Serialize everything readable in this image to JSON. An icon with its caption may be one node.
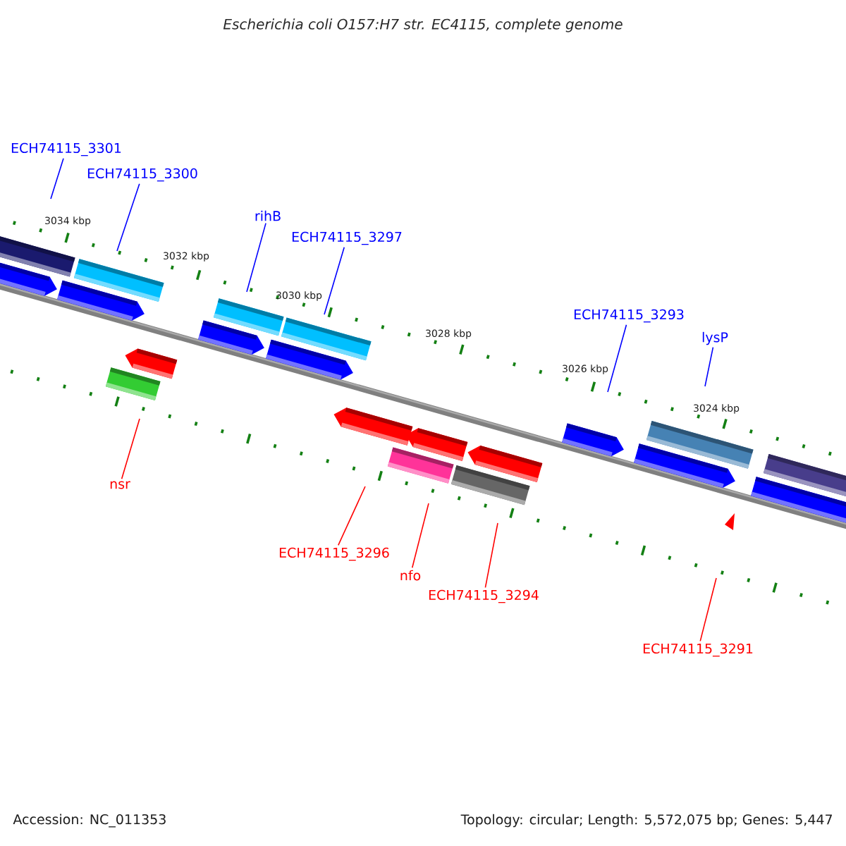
{
  "diagram": {
    "title": "Escherichia coli O157:H7 str. EC4115, complete genome",
    "nodes": [
      {
        "text": [
          "ECH74115_3301"
        ]
      },
      {
        "text": [
          "ECH74115_3300"
        ]
      },
      {
        "text": [
          "rihB"
        ]
      },
      {
        "text": [
          "ECH74115_3297"
        ]
      },
      {
        "text": [
          "ECH74115_3293"
        ]
      },
      {
        "text": [
          "lysP"
        ]
      },
      {
        "text": [
          "nsr"
        ]
      },
      {
        "text": [
          "ECH74115_3296"
        ]
      },
      {
        "text": [
          "nfo"
        ]
      },
      {
        "text": [
          "ECH74115_3294"
        ]
      },
      {
        "text": [
          "ECH74115_3291"
        ]
      }
    ],
    "edges": [
      {
        "from": 0,
        "to": null,
        "arrow": "none"
      },
      {
        "from": 1,
        "to": null,
        "arrow": "none"
      },
      {
        "from": 2,
        "to": null,
        "arrow": "none"
      },
      {
        "from": 3,
        "to": null,
        "arrow": "none"
      },
      {
        "from": 4,
        "to": null,
        "arrow": "none"
      },
      {
        "from": 5,
        "to": null,
        "arrow": "none"
      },
      {
        "from": 6,
        "to": null,
        "arrow": "none",
        "color": "#ff0000"
      },
      {
        "from": 7,
        "to": null,
        "arrow": "none",
        "color": "#ff0000"
      },
      {
        "from": 8,
        "to": null,
        "arrow": "none",
        "color": "#ff0000"
      },
      {
        "from": 9,
        "to": null,
        "arrow": "none",
        "color": "#ff0000"
      },
      {
        "from": 10,
        "to": null,
        "arrow": "none",
        "color": "#ff0000"
      }
    ],
    "labels": [
      "3034 kbp",
      "3032 kbp",
      "3030 kbp",
      "3028 kbp",
      "3026 kbp",
      "3024 kbp",
      "Accession: NC_011353",
      "Topology: circular; Length: 5,572,075 bp; Genes: 5,447"
    ]
  }
}
